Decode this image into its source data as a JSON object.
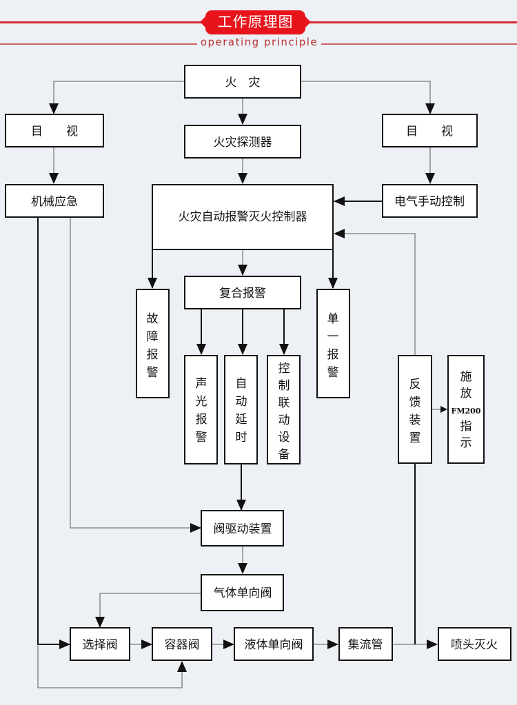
{
  "header": {
    "title": "工作原理图",
    "subtitle": "operating principle",
    "accent_color": "#e8141c"
  },
  "nodes": {
    "fire": "火　灾",
    "visual_left": "目　　视",
    "visual_right": "目　　视",
    "detector": "火灾探测器",
    "mechanical_emergency": "机械应急",
    "controller": "火灾自动报警灭火控制器",
    "electric_manual": "电气手动控制",
    "fault_alarm": [
      "故",
      "障",
      "报",
      "警"
    ],
    "composite_alarm": "复合报警",
    "single_alarm": [
      "单",
      "一",
      "报",
      "警"
    ],
    "sound_light_alarm": [
      "声",
      "光",
      "报",
      "警"
    ],
    "auto_delay": [
      "自",
      "动",
      "延",
      "时"
    ],
    "linkage_devices": [
      "控",
      "制",
      "联",
      "动",
      "设",
      "备"
    ],
    "feedback": [
      "反",
      "馈",
      "装",
      "置"
    ],
    "release_indicator": [
      "施",
      "放",
      "FM200",
      "指",
      "示"
    ],
    "valve_driver": "阀驱动装置",
    "gas_check_valve": "气体单向阀",
    "selector_valve": "选择阀",
    "container_valve": "容器阀",
    "liquid_check_valve": "液体单向阀",
    "manifold": "集流管",
    "nozzle": "喷头灭火"
  },
  "edges": [
    [
      "fire",
      "visual_left"
    ],
    [
      "fire",
      "detector"
    ],
    [
      "fire",
      "visual_right"
    ],
    [
      "visual_left",
      "mechanical_emergency"
    ],
    [
      "detector",
      "controller"
    ],
    [
      "visual_right",
      "electric_manual"
    ],
    [
      "electric_manual",
      "controller"
    ],
    [
      "controller",
      "fault_alarm"
    ],
    [
      "controller",
      "composite_alarm"
    ],
    [
      "controller",
      "single_alarm"
    ],
    [
      "composite_alarm",
      "sound_light_alarm"
    ],
    [
      "composite_alarm",
      "auto_delay"
    ],
    [
      "composite_alarm",
      "linkage_devices"
    ],
    [
      "auto_delay",
      "valve_driver"
    ],
    [
      "mechanical_emergency",
      "valve_driver"
    ],
    [
      "mechanical_emergency",
      "selector_valve"
    ],
    [
      "mechanical_emergency",
      "container_valve"
    ],
    [
      "valve_driver",
      "gas_check_valve"
    ],
    [
      "gas_check_valve",
      "selector_valve"
    ],
    [
      "selector_valve",
      "container_valve"
    ],
    [
      "container_valve",
      "liquid_check_valve"
    ],
    [
      "liquid_check_valve",
      "manifold"
    ],
    [
      "manifold",
      "nozzle"
    ],
    [
      "manifold",
      "feedback"
    ],
    [
      "feedback",
      "controller"
    ],
    [
      "feedback",
      "release_indicator"
    ]
  ]
}
